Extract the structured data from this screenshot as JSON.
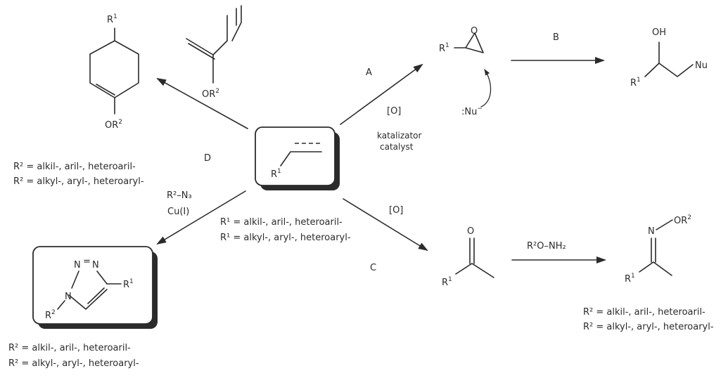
{
  "center": {
    "r1": "R",
    "r1_sup": "1",
    "defs": [
      "R¹ = alkil-, aril-, heteroaril-",
      "R¹ = alkyl-, aryl-, heteroaryl-"
    ]
  },
  "route_a": {
    "label": "A",
    "reagent1": "[O]",
    "reagent2": "katalizator",
    "reagent3": "catalyst",
    "epoxide_r": "R",
    "epoxide_r_sup": "1",
    "epoxide_o": "O",
    "nucleophile": ":Nu",
    "nucleophile_sup": "−"
  },
  "route_b": {
    "label": "B",
    "product_oh": "OH",
    "product_nu": "Nu",
    "product_r": "R",
    "product_r_sup": "1"
  },
  "route_c": {
    "label": "C",
    "reagent": "[O]",
    "ketone_o": "O",
    "ketone_r": "R",
    "ketone_r_sup": "1",
    "reagent2": "R²O–NH₂",
    "oxime_n": "N",
    "oxime_or": "OR",
    "oxime_or_sup": "2",
    "oxime_r": "R",
    "oxime_r_sup": "1",
    "defs": [
      "R² = alkil-, aril-, heteroaril-",
      "R² = alkyl-, aryl-, heteroaryl-"
    ]
  },
  "route_d": {
    "label": "D",
    "diene_or": "OR",
    "diene_or_sup": "2",
    "ring_r": "R",
    "ring_r_sup": "1",
    "ring_or": "OR",
    "ring_or_sup": "2",
    "defs": [
      "R² = alkil-, aril-, heteroaril-",
      "R² = alkyl-, aryl-, heteroaryl-"
    ]
  },
  "click": {
    "reagent1": "R²–N₃",
    "reagent2": "Cu(I)",
    "n1": "N",
    "n2": "N",
    "n3": "N",
    "n_eq": "N=N",
    "r1": "R",
    "r1_sup": "1",
    "r2": "R",
    "r2_sup": "2",
    "defs": [
      "R² = alkil-, aril-, heteroaril-",
      "R² = alkyl-, aryl-, heteroaryl-"
    ]
  }
}
